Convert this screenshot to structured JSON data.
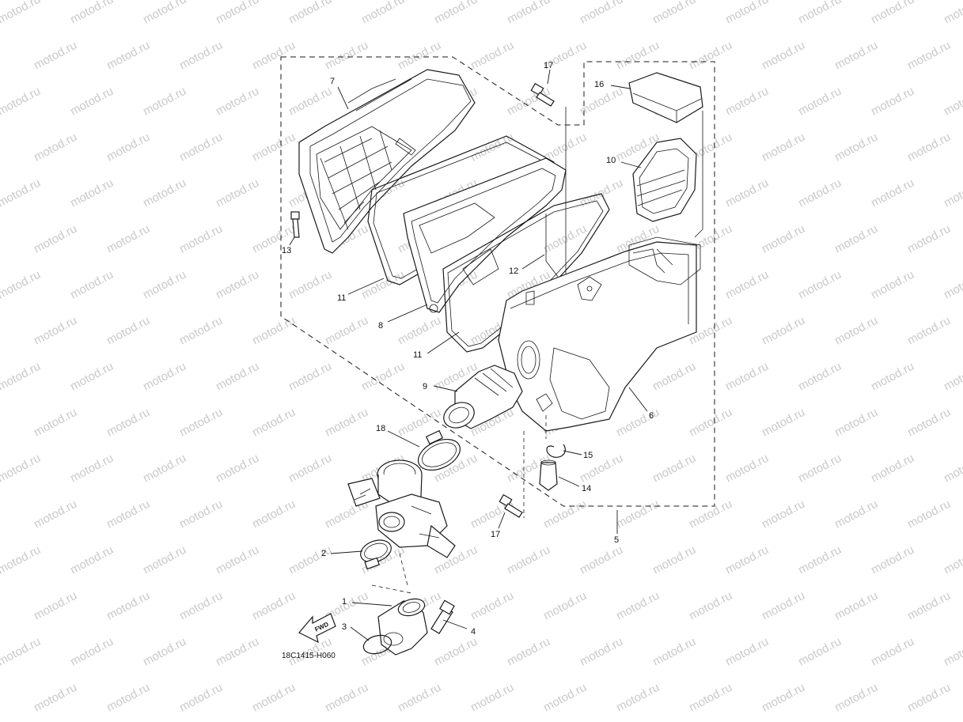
{
  "watermark": {
    "text": "motod.ru",
    "color": "#c9c9c9"
  },
  "callouts": {
    "p1": "1",
    "p2": "2",
    "p3": "3",
    "p4": "4",
    "p5": "5",
    "p6": "6",
    "p7": "7",
    "p8": "8",
    "p9": "9",
    "p10": "10",
    "p11_upper": "11",
    "p11_lower": "11",
    "p12": "12",
    "p13": "13",
    "p14": "14",
    "p15": "15",
    "p16": "16",
    "p17_top": "17",
    "p17_bottom": "17",
    "p18": "18"
  },
  "fwd_label": "FWD",
  "drawing_code": "18C1415-H060",
  "icons": {
    "forward_arrow": "fwd-arrow-icon"
  }
}
